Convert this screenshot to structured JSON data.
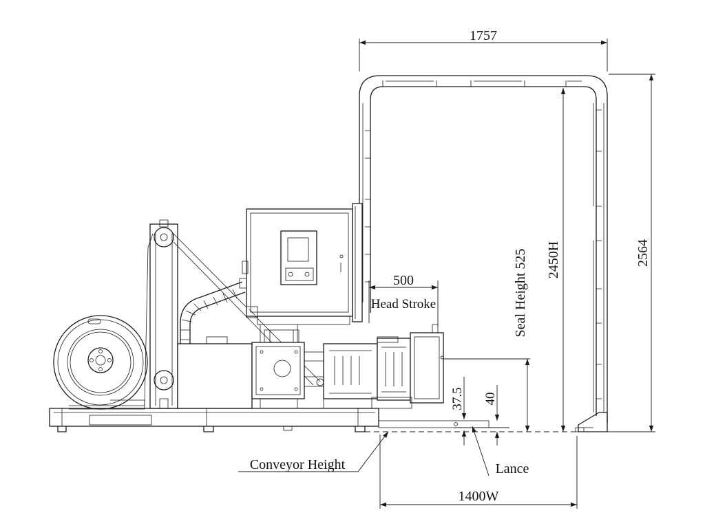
{
  "dimensions": {
    "width_top": "1757",
    "head_stroke_value": "500",
    "head_stroke_label": "Head Stroke",
    "seal_height": "Seal Height 525",
    "inner_height": "2450H",
    "overall_height": "2564",
    "value_37_5": "37.5",
    "value_40": "40",
    "width_bottom": "1400W"
  },
  "callouts": {
    "conveyor_height": "Conveyor Height",
    "lance": "Lance"
  }
}
